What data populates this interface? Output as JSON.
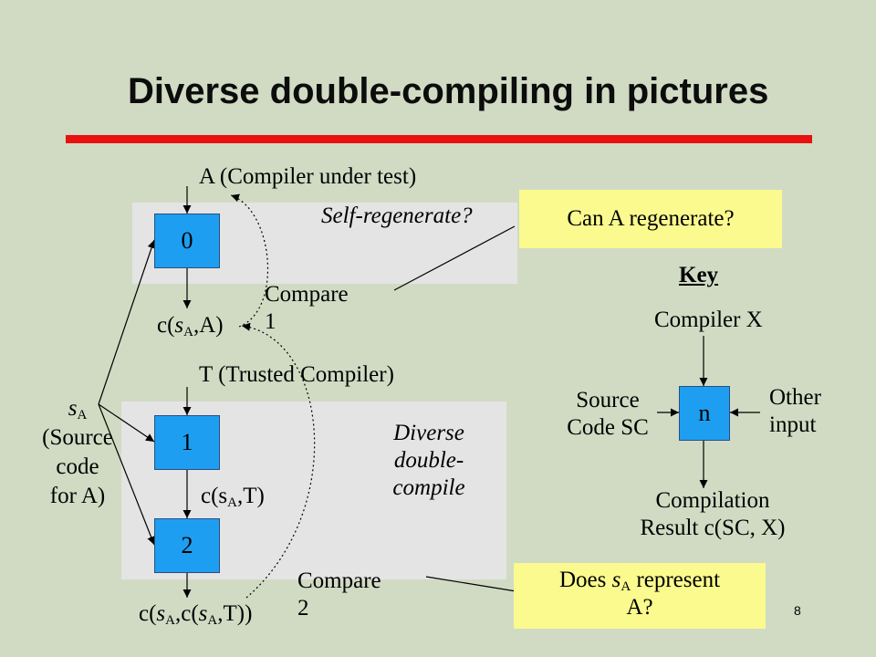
{
  "title": "Diverse double-compiling in pictures",
  "labels": {
    "compiler_a": "A (Compiler under test)",
    "self_regenerate": "Self-regenerate?",
    "trusted_compiler": "T (Trusted Compiler)",
    "diverse": [
      "Diverse",
      "double-",
      "compile"
    ],
    "compare1": [
      "Compare",
      "1"
    ],
    "compare2": [
      "Compare",
      "2"
    ],
    "source_desc": [
      "(Source",
      "code",
      "for A)"
    ],
    "c_sa_a": {
      "pre": "c(",
      "s": "s",
      "sub": "A",
      "post": ",A)"
    },
    "c_sa_t": {
      "pre": "c(s",
      "sub": "A",
      "post": ",T)"
    },
    "c_sa_c": {
      "pre": "c(",
      "s1": "s",
      "sub1": "A",
      "mid": ",c(",
      "s2": "s",
      "sub2": "A",
      "post": ",T))"
    },
    "s_a": {
      "s": "s",
      "sub": "A"
    }
  },
  "boxes": [
    "0",
    "1",
    "2"
  ],
  "notes": {
    "can_regenerate": "Can A regenerate?",
    "does_represent": {
      "pre": "Does ",
      "s": "s",
      "sub": "A",
      "post": " represent",
      "line2": "A?"
    }
  },
  "key": {
    "heading": "Key",
    "compiler_x": "Compiler X",
    "box": "n",
    "source": [
      "Source",
      "Code SC"
    ],
    "other": [
      "Other",
      "input"
    ],
    "result": [
      "Compilation",
      "Result c(SC, X)"
    ]
  },
  "page_number": "8"
}
